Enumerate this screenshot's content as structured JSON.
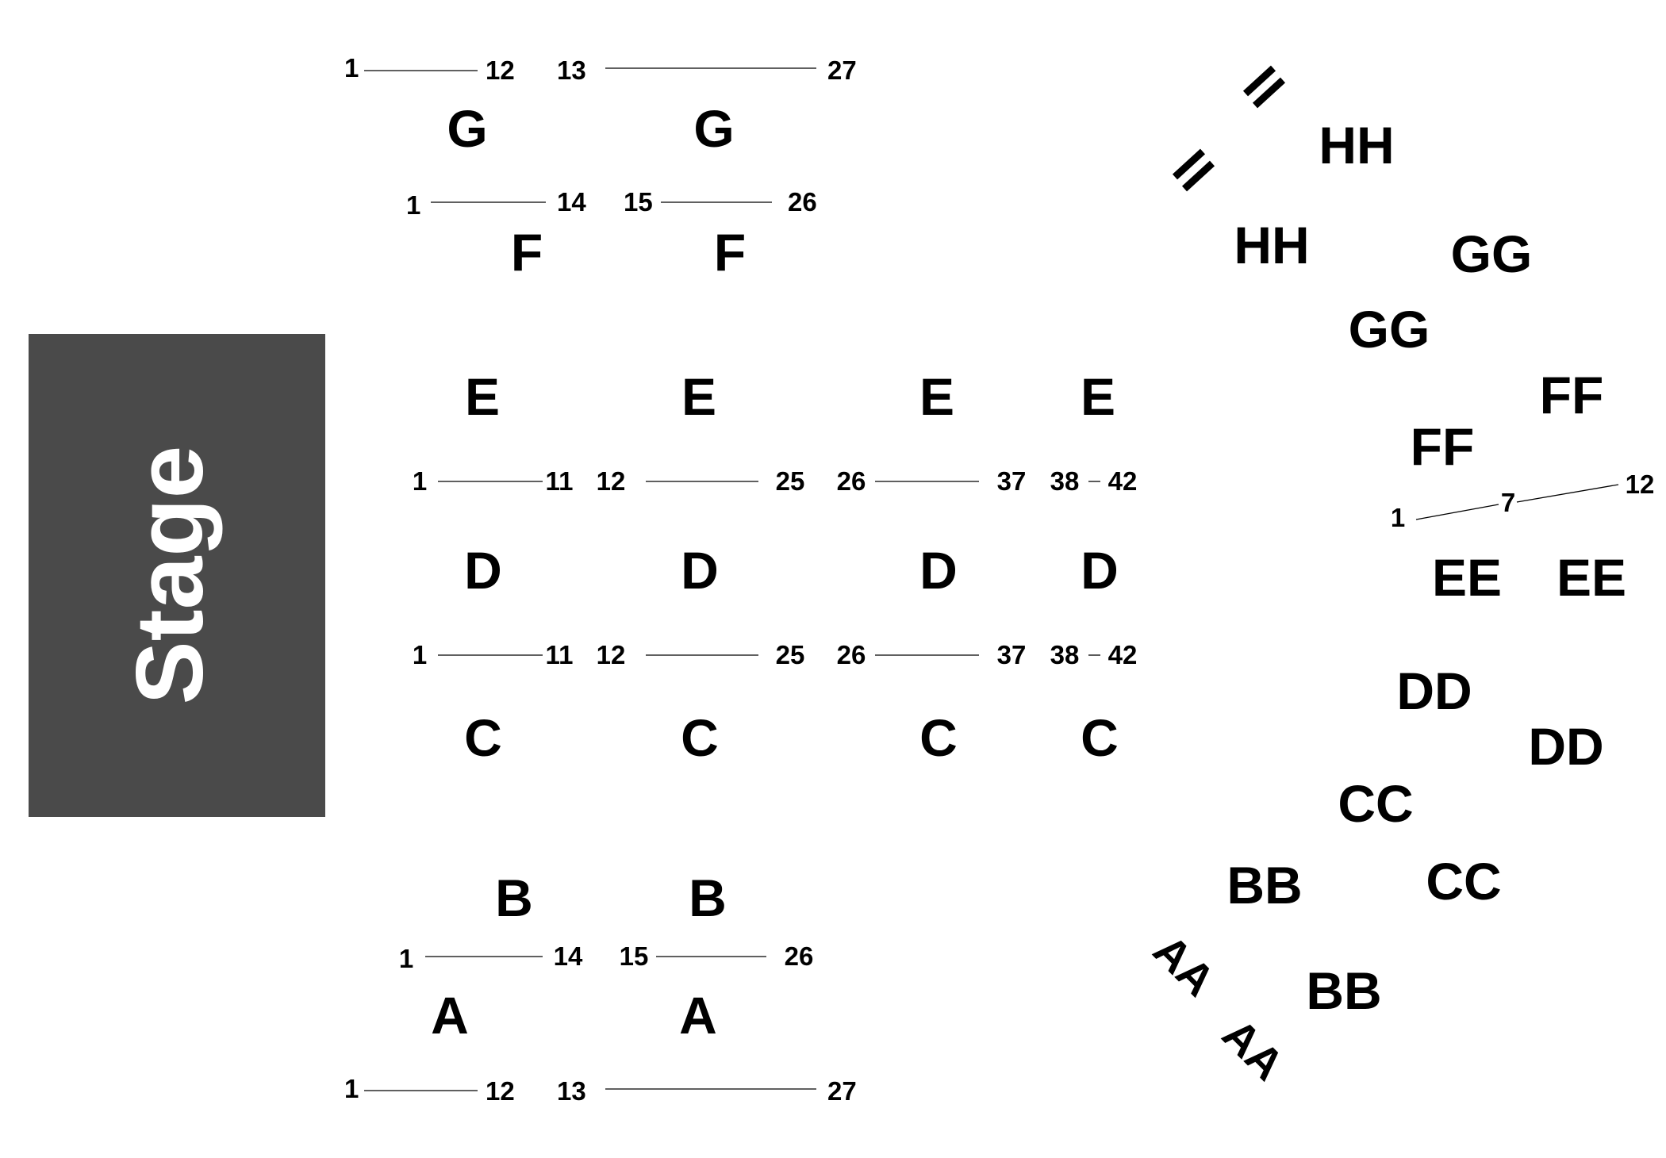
{
  "stage": {
    "label": "Stage",
    "color": "#4a4a4a"
  },
  "colors": {
    "text": "#000000",
    "line": "#000000",
    "background": "#ffffff"
  },
  "row_labels": {
    "G": "G",
    "F": "F",
    "E": "E",
    "D": "D",
    "C": "C",
    "B": "B",
    "A": "A",
    "HH": "HH",
    "GG": "GG",
    "FF": "FF",
    "EE": "EE",
    "DD": "DD",
    "CC": "CC",
    "BB": "BB",
    "AA": "AA"
  },
  "seat_ranges": [
    {
      "id": "g-left",
      "start": "1",
      "end": "12"
    },
    {
      "id": "g-right",
      "start": "13",
      "end": "27"
    },
    {
      "id": "f-left",
      "start": "1",
      "end": "14"
    },
    {
      "id": "f-right",
      "start": "15",
      "end": "26"
    },
    {
      "id": "de-1",
      "start": "1",
      "end": "11"
    },
    {
      "id": "de-2",
      "start": "12",
      "end": "25"
    },
    {
      "id": "de-3",
      "start": "26",
      "end": "37"
    },
    {
      "id": "de-4",
      "start": "38",
      "end": "42"
    },
    {
      "id": "cd-1",
      "start": "1",
      "end": "11"
    },
    {
      "id": "cd-2",
      "start": "12",
      "end": "25"
    },
    {
      "id": "cd-3",
      "start": "26",
      "end": "37"
    },
    {
      "id": "cd-4",
      "start": "38",
      "end": "42"
    },
    {
      "id": "a-left-top",
      "start": "1",
      "end": "14"
    },
    {
      "id": "a-right-top",
      "start": "15",
      "end": "26"
    },
    {
      "id": "a-left-bottom",
      "start": "1",
      "end": "12"
    },
    {
      "id": "a-right-bottom",
      "start": "13",
      "end": "27"
    },
    {
      "id": "ee-range",
      "start": "1",
      "mid": "7",
      "end": "12"
    }
  ]
}
